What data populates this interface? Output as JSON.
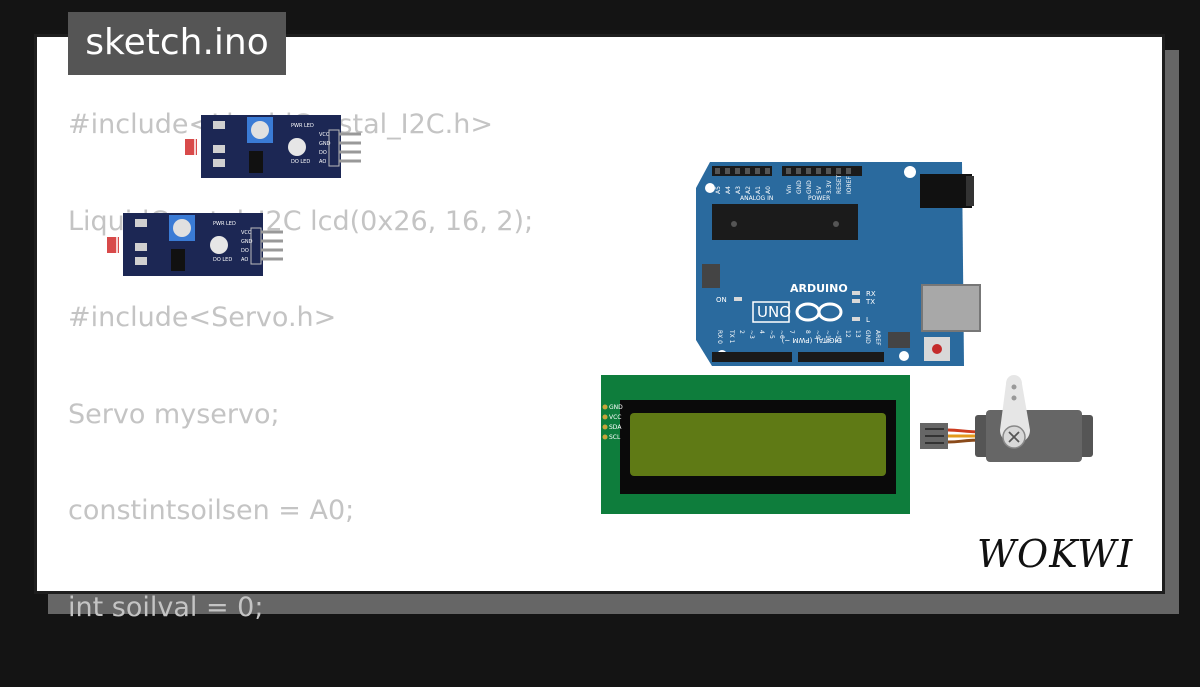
{
  "file_tab": {
    "title": "sketch.ino"
  },
  "code_lines": [
    "#include<LiquidCrystal_I2C.h>",
    "LiquidCrystal_I2C lcd(0x26, 16, 2);",
    "#include<Servo.h>",
    "Servo myservo;",
    "constintsoilsen = A0;",
    "int soilval = 0;"
  ],
  "sensor_module": {
    "pins": [
      "VCC",
      "GND",
      "DO",
      "AO"
    ],
    "labels": [
      "PWR LED",
      "DO LED"
    ]
  },
  "arduino": {
    "brand": "ARDUINO",
    "model": "UNO",
    "header_analog": "ANALOG IN",
    "header_power": "POWER",
    "analog_pins": [
      "A5",
      "A4",
      "A3",
      "A2",
      "A1",
      "A0"
    ],
    "power_pins": [
      "Vin",
      "GND",
      "GND",
      "5V",
      "3.3V",
      "RESET",
      "IOREF"
    ],
    "digital_label": "DIGITAL (PWM ~)",
    "digital_pins": [
      "AREF",
      "GND",
      "13",
      "12",
      "~11",
      "~10",
      "~9",
      "8",
      "7",
      "~6",
      "~5",
      "4",
      "~3",
      "2",
      "TX 1",
      "RX 0"
    ],
    "led_labels": [
      "ON",
      "L",
      "TX",
      "RX"
    ],
    "colors": {
      "board": "#2a6a9e",
      "header": "#1a1a1a"
    }
  },
  "lcd": {
    "pins": [
      "GND",
      "VCC",
      "SDA",
      "SCL"
    ],
    "colors": {
      "pcb": "#0e7d3c",
      "screen": "#5f7a15"
    }
  },
  "logo": {
    "text": "WOKWI"
  }
}
